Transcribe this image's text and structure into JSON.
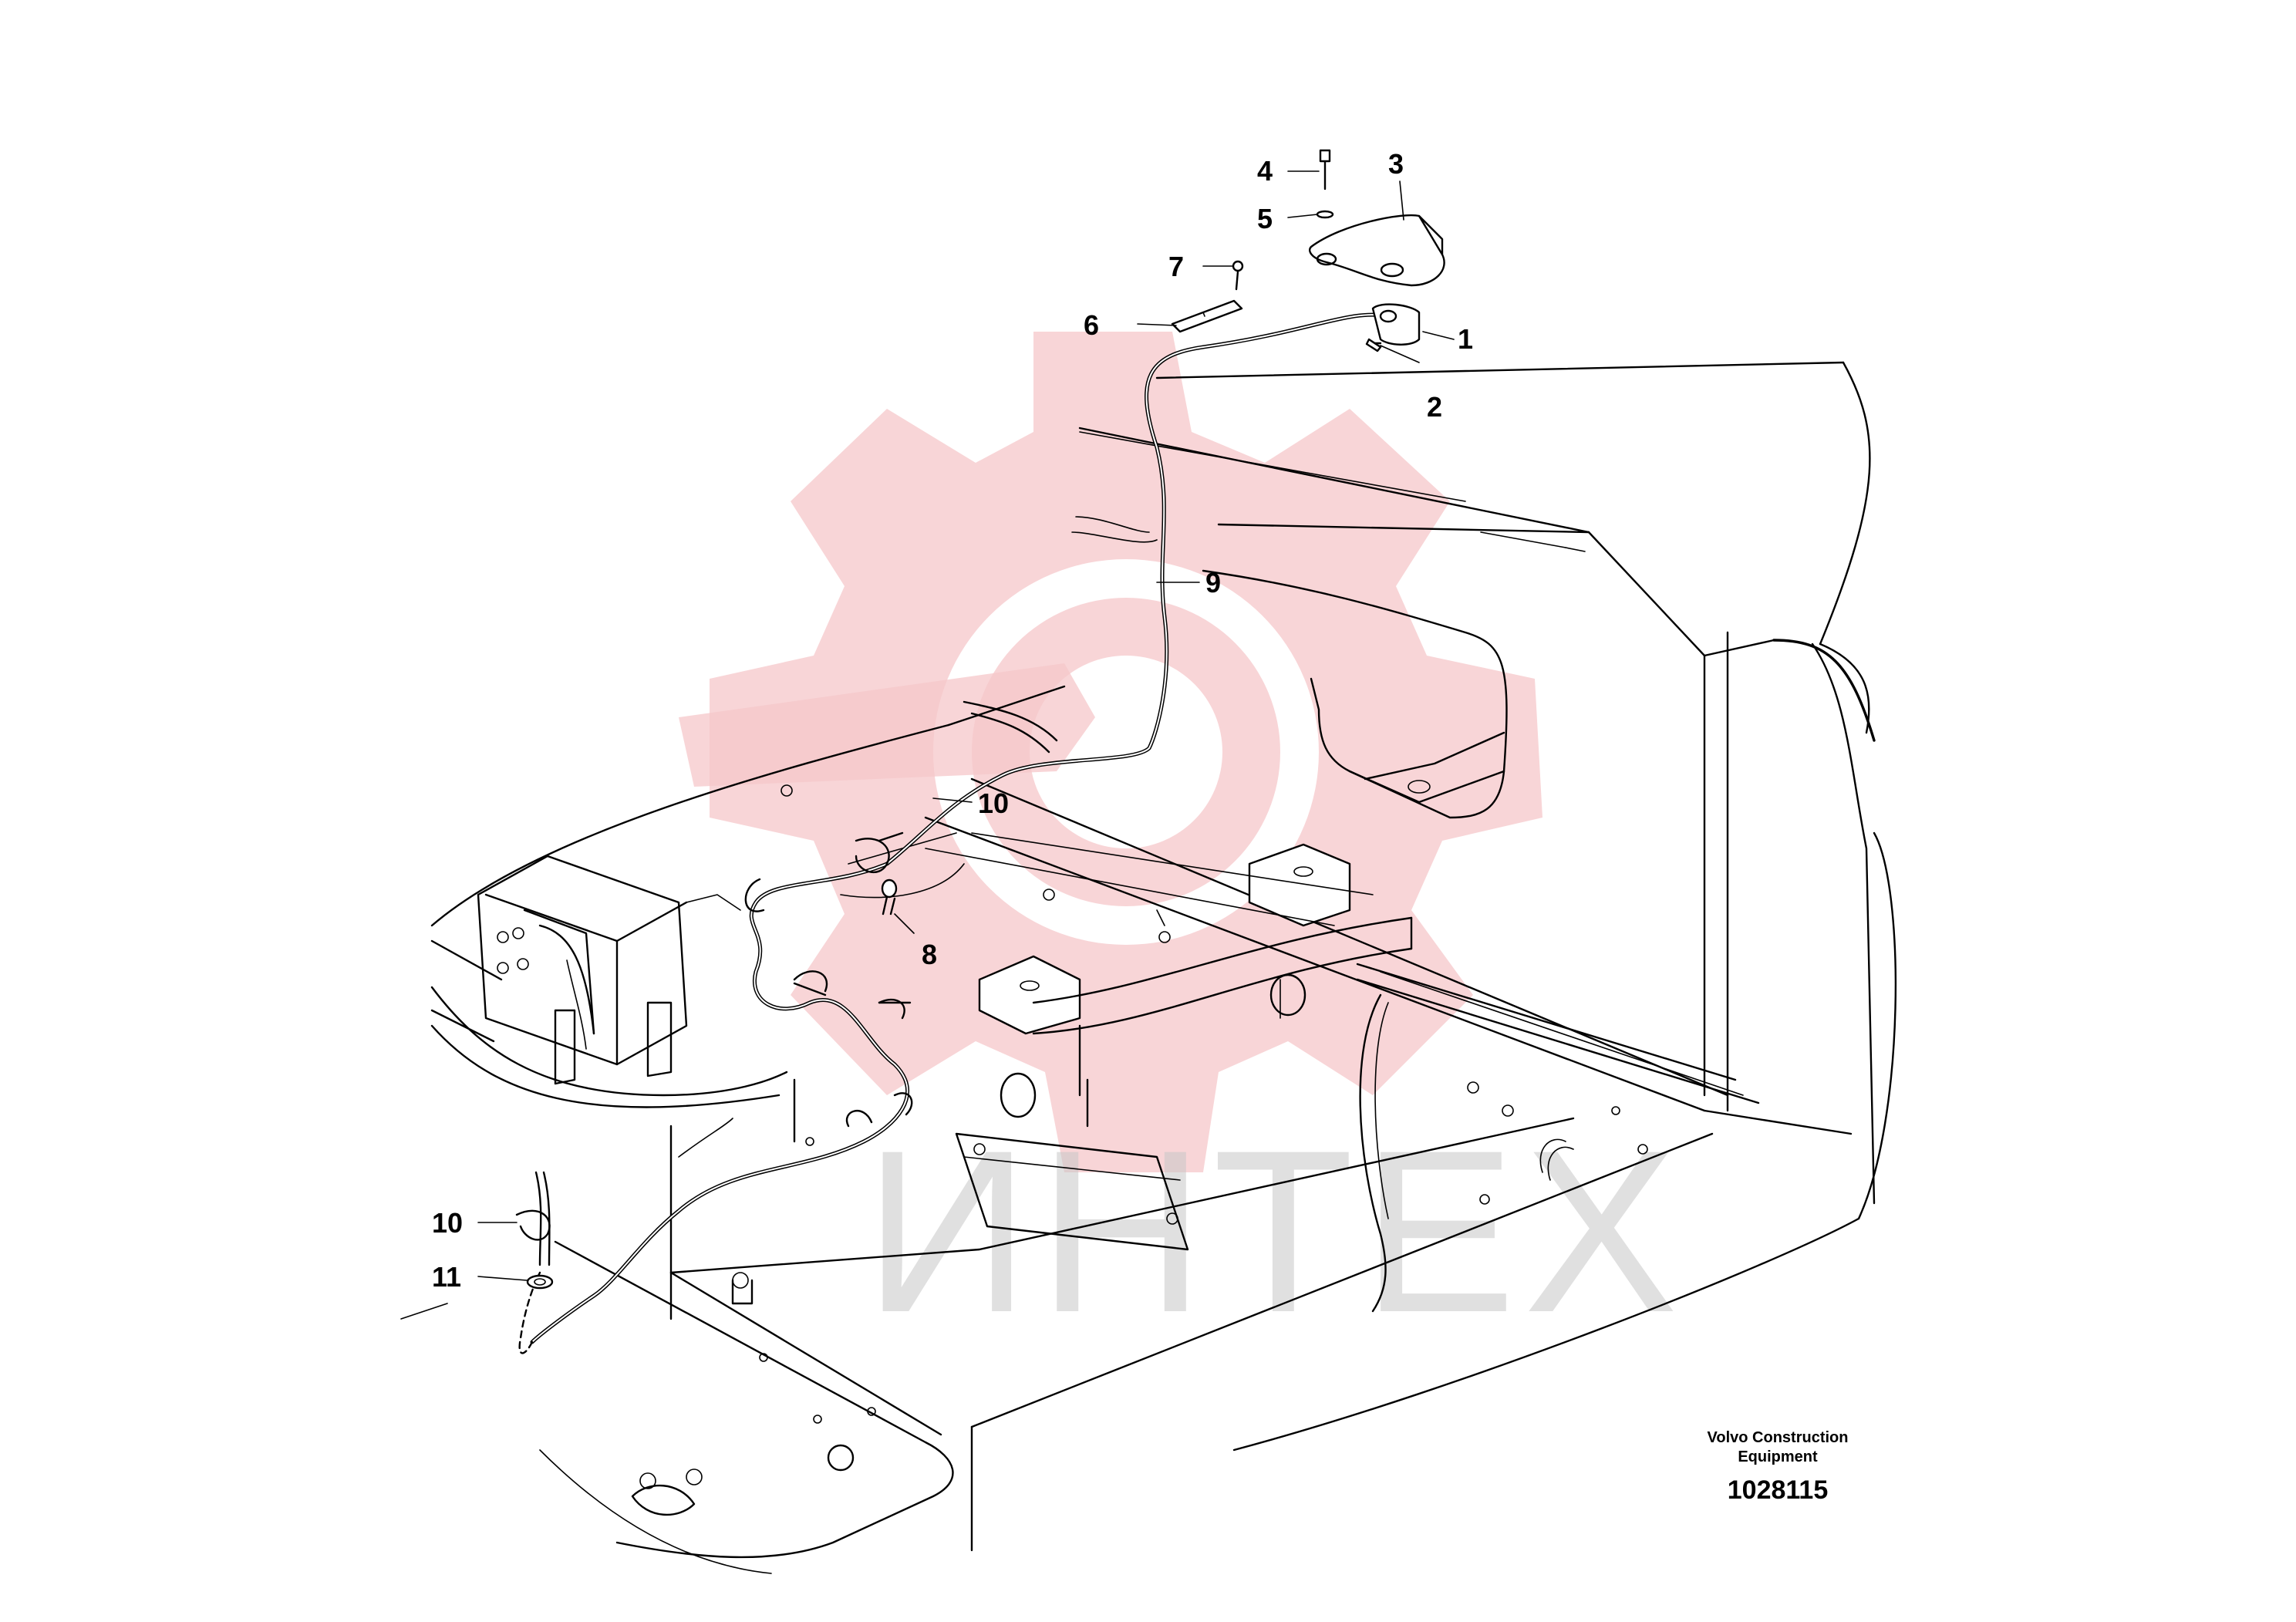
{
  "diagram": {
    "callouts": [
      {
        "id": "1",
        "label": "1"
      },
      {
        "id": "2",
        "label": "2"
      },
      {
        "id": "3",
        "label": "3"
      },
      {
        "id": "4",
        "label": "4"
      },
      {
        "id": "5",
        "label": "5"
      },
      {
        "id": "6",
        "label": "6"
      },
      {
        "id": "7",
        "label": "7"
      },
      {
        "id": "8",
        "label": "8"
      },
      {
        "id": "9",
        "label": "9"
      },
      {
        "id": "10a",
        "label": "10"
      },
      {
        "id": "10b",
        "label": "10"
      },
      {
        "id": "11",
        "label": "11"
      }
    ]
  },
  "footer": {
    "manufacturer_line1": "Volvo Construction",
    "manufacturer_line2": "Equipment",
    "drawing_number": "1028115"
  },
  "watermark": {
    "text": "ИНТЕХ",
    "color": "#f6c7c9"
  },
  "colors": {
    "line": "#000000",
    "background": "#ffffff"
  }
}
